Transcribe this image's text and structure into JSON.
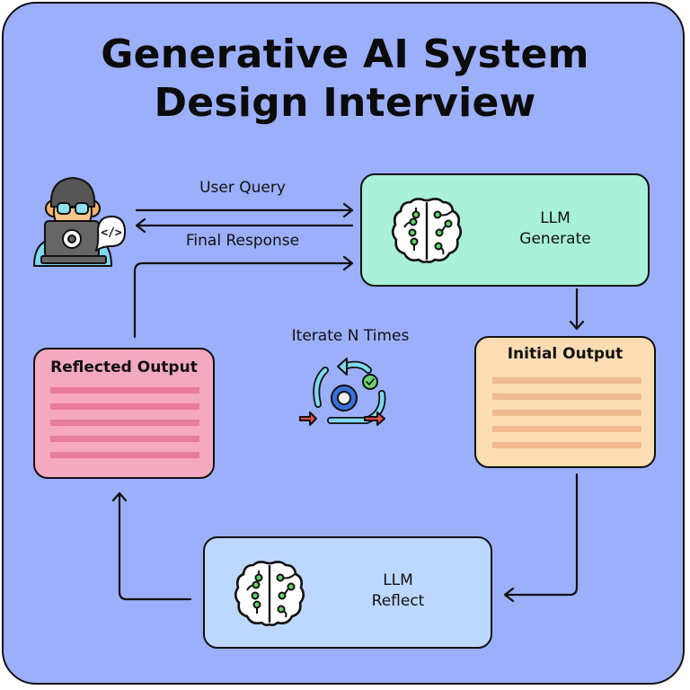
{
  "title": {
    "line1": "Generative AI System",
    "line2": "Design Interview"
  },
  "arrows": {
    "user_query": "User Query",
    "final_response": "Final Response",
    "iterate": "Iterate N Times"
  },
  "nodes": {
    "llm_generate": {
      "line1": "LLM",
      "line2": "Generate"
    },
    "initial_output": {
      "title": "Initial Output",
      "line_count": 5
    },
    "llm_reflect": {
      "line1": "LLM",
      "line2": "Reflect"
    },
    "reflected_output": {
      "title": "Reflected Output",
      "line_count": 5
    }
  },
  "colors": {
    "background": "#9caffb",
    "generate_box": "#a8f0d8",
    "reflect_box": "#bdd8fe",
    "initial_box": "#fcddb3",
    "reflected_box": "#f4a9c0",
    "brain_dot": "#5fd66a"
  },
  "icons": {
    "user": "developer-laptop-icon",
    "brain": "brain-circuit-icon",
    "iterate": "cycle-gear-icon"
  }
}
